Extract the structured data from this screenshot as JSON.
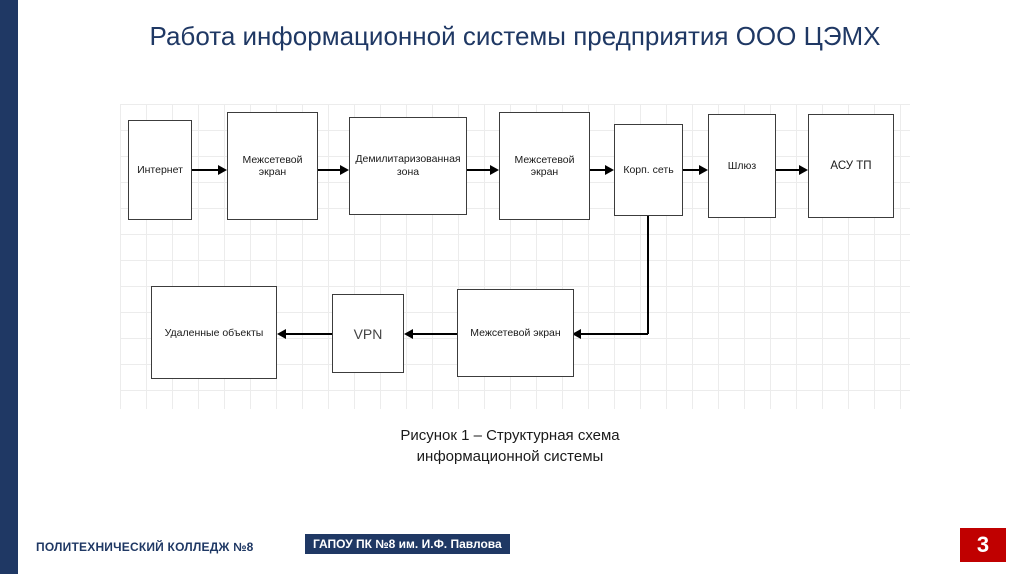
{
  "slide": {
    "title": "Работа информационной системы предприятия ООО ЦЭМХ",
    "caption_line1": "Рисунок 1 – Структурная схема",
    "caption_line2": "информационной системы",
    "page_number": "3",
    "footer_left": "ПОЛИТЕХНИЧЕСКИЙ КОЛЛЕДЖ №8",
    "footer_badge": "ГАПОУ ПК №8 им. И.Ф. Павлова",
    "accent_color": "#1f3864",
    "page_color": "#c00000"
  },
  "chart_data": {
    "type": "diagram",
    "title": "Структурная схема информационной системы",
    "nodes": [
      {
        "id": "internet",
        "label": "Интернет"
      },
      {
        "id": "firewall1",
        "label": "Межсетевой экран"
      },
      {
        "id": "dmz",
        "label": "Демилитаризованная зона"
      },
      {
        "id": "firewall2",
        "label": "Межсетевой экран"
      },
      {
        "id": "corpnet",
        "label": "Корп. сеть"
      },
      {
        "id": "gateway",
        "label": "Шлюз"
      },
      {
        "id": "asutp",
        "label": "АСУ ТП"
      },
      {
        "id": "firewall3",
        "label": "Межсетевой экран"
      },
      {
        "id": "vpn",
        "label": "VPN"
      },
      {
        "id": "remote",
        "label": "Удаленные объекты"
      }
    ],
    "edges": [
      {
        "from": "internet",
        "to": "firewall1"
      },
      {
        "from": "firewall1",
        "to": "dmz"
      },
      {
        "from": "dmz",
        "to": "firewall2"
      },
      {
        "from": "firewall2",
        "to": "corpnet"
      },
      {
        "from": "corpnet",
        "to": "gateway"
      },
      {
        "from": "gateway",
        "to": "asutp"
      },
      {
        "from": "corpnet",
        "to": "firewall3"
      },
      {
        "from": "firewall3",
        "to": "vpn"
      },
      {
        "from": "vpn",
        "to": "remote"
      }
    ]
  }
}
